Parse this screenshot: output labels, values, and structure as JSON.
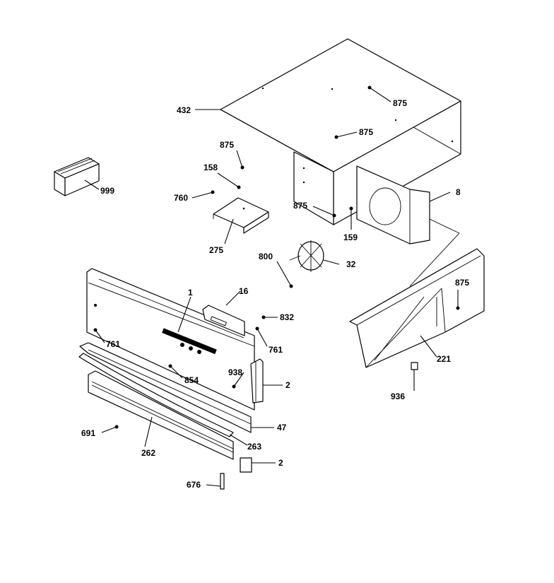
{
  "colors": {
    "line": "#000000",
    "background": "#ffffff"
  },
  "callouts": {
    "c432": "432",
    "c875a": "875",
    "c875b": "875",
    "c875c": "875",
    "c875d": "875",
    "c875e": "875",
    "c999": "999",
    "c158": "158",
    "c760": "760",
    "c275": "275",
    "c8": "8",
    "c159": "159",
    "c800": "800",
    "c32": "32",
    "c1": "1",
    "c16": "16",
    "c832": "832",
    "c761a": "761",
    "c761b": "761",
    "c938": "938",
    "c854": "854",
    "c2a": "2",
    "c2b": "2",
    "c47": "47",
    "c691": "691",
    "c263": "263",
    "c262": "262",
    "c676": "676",
    "c221": "221",
    "c936": "936"
  }
}
